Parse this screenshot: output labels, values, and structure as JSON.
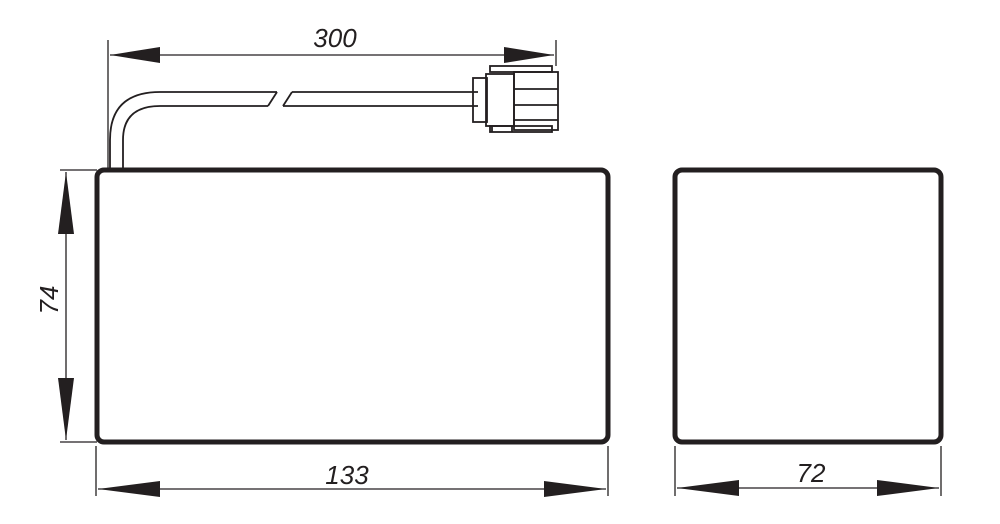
{
  "dimensions": {
    "cable_length": "300",
    "height": "74",
    "length": "133",
    "width": "72"
  },
  "colors": {
    "line": "#231f20",
    "background": "#ffffff"
  }
}
